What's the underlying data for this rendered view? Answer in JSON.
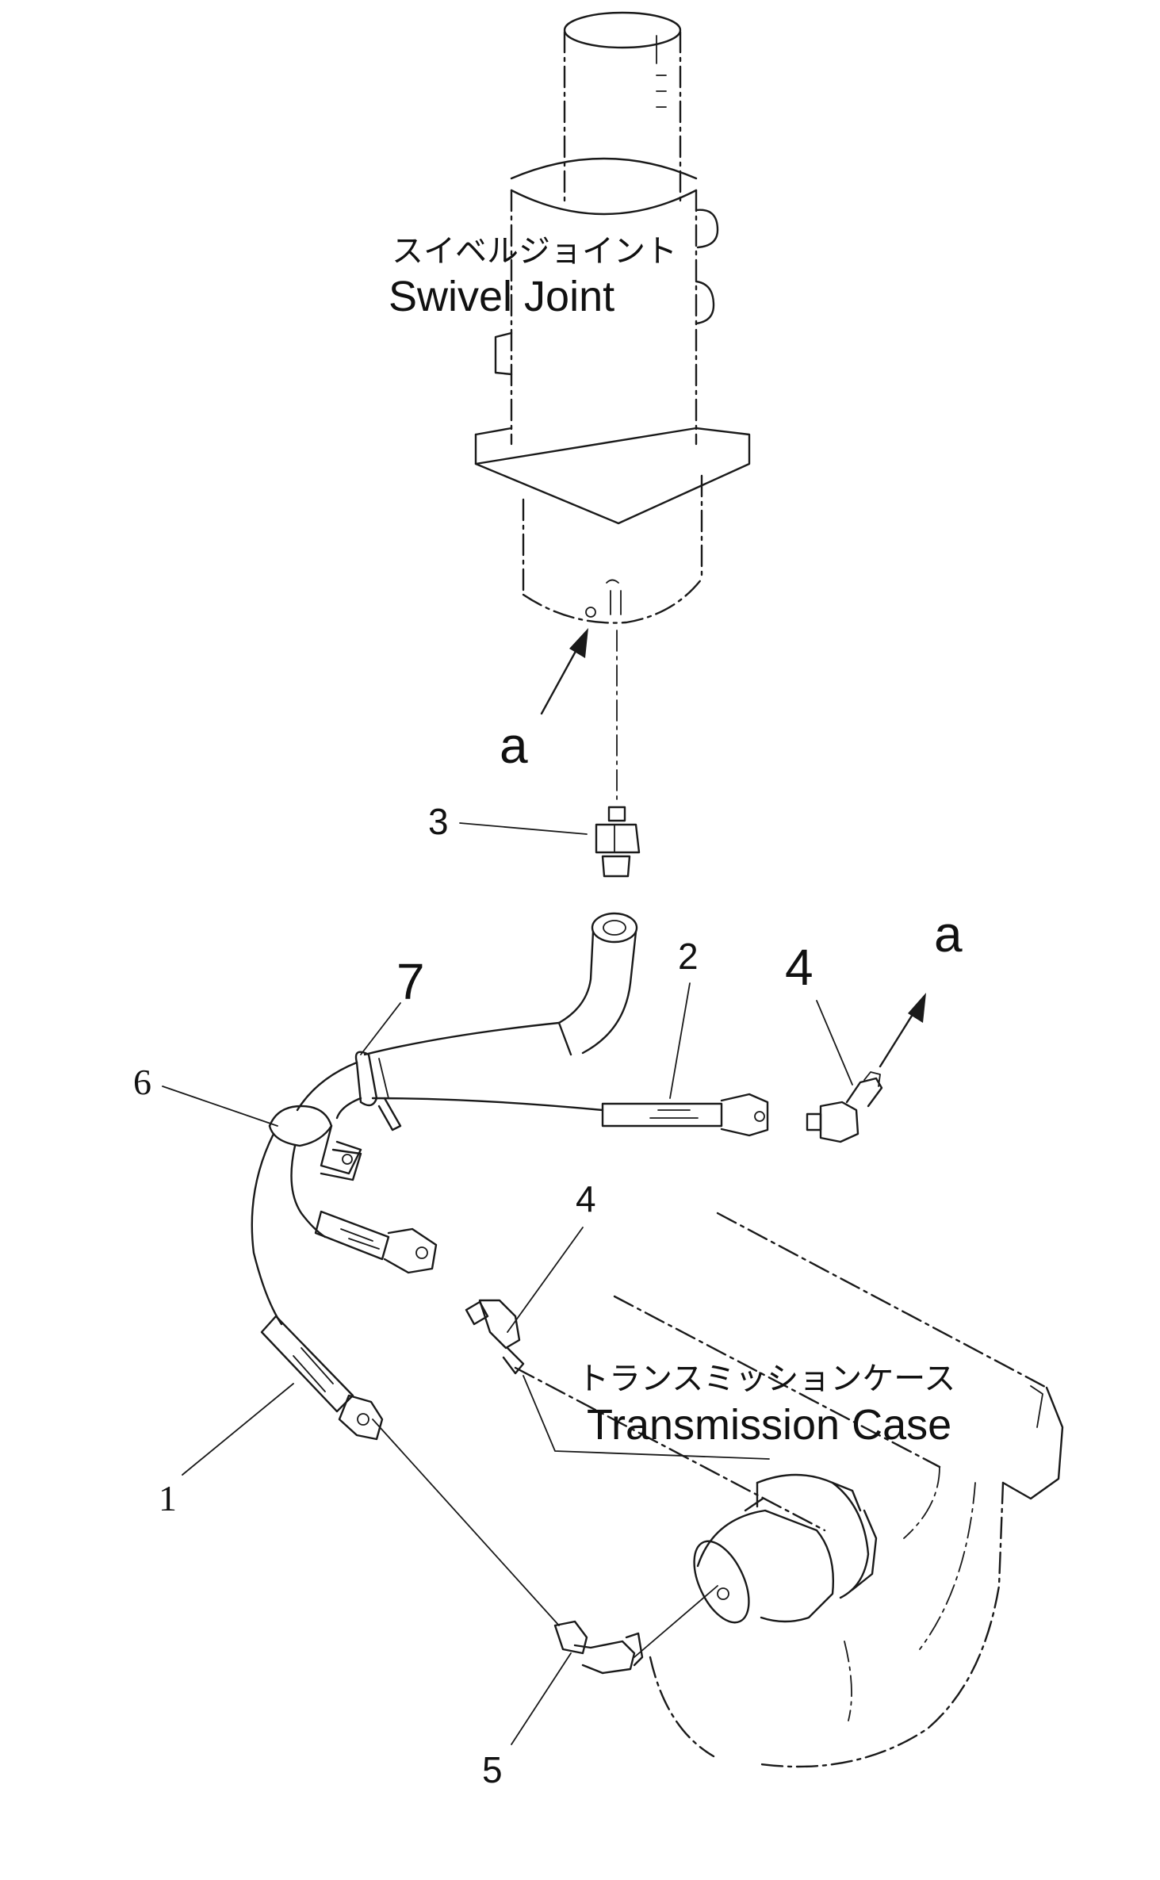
{
  "labels": {
    "swivel_joint_jp": "スイベルジョイント",
    "swivel_joint_en": "Swivel Joint",
    "transmission_case_jp": "トランスミッションケース",
    "transmission_case_en": "Transmission Case",
    "ref_a_top": "a",
    "ref_a_right": "a",
    "part_1": "1",
    "part_2": "2",
    "part_3": "3",
    "part_4_upper": "4",
    "part_4_lower": "4",
    "part_5": "5",
    "part_6": "6",
    "part_7": "7"
  }
}
